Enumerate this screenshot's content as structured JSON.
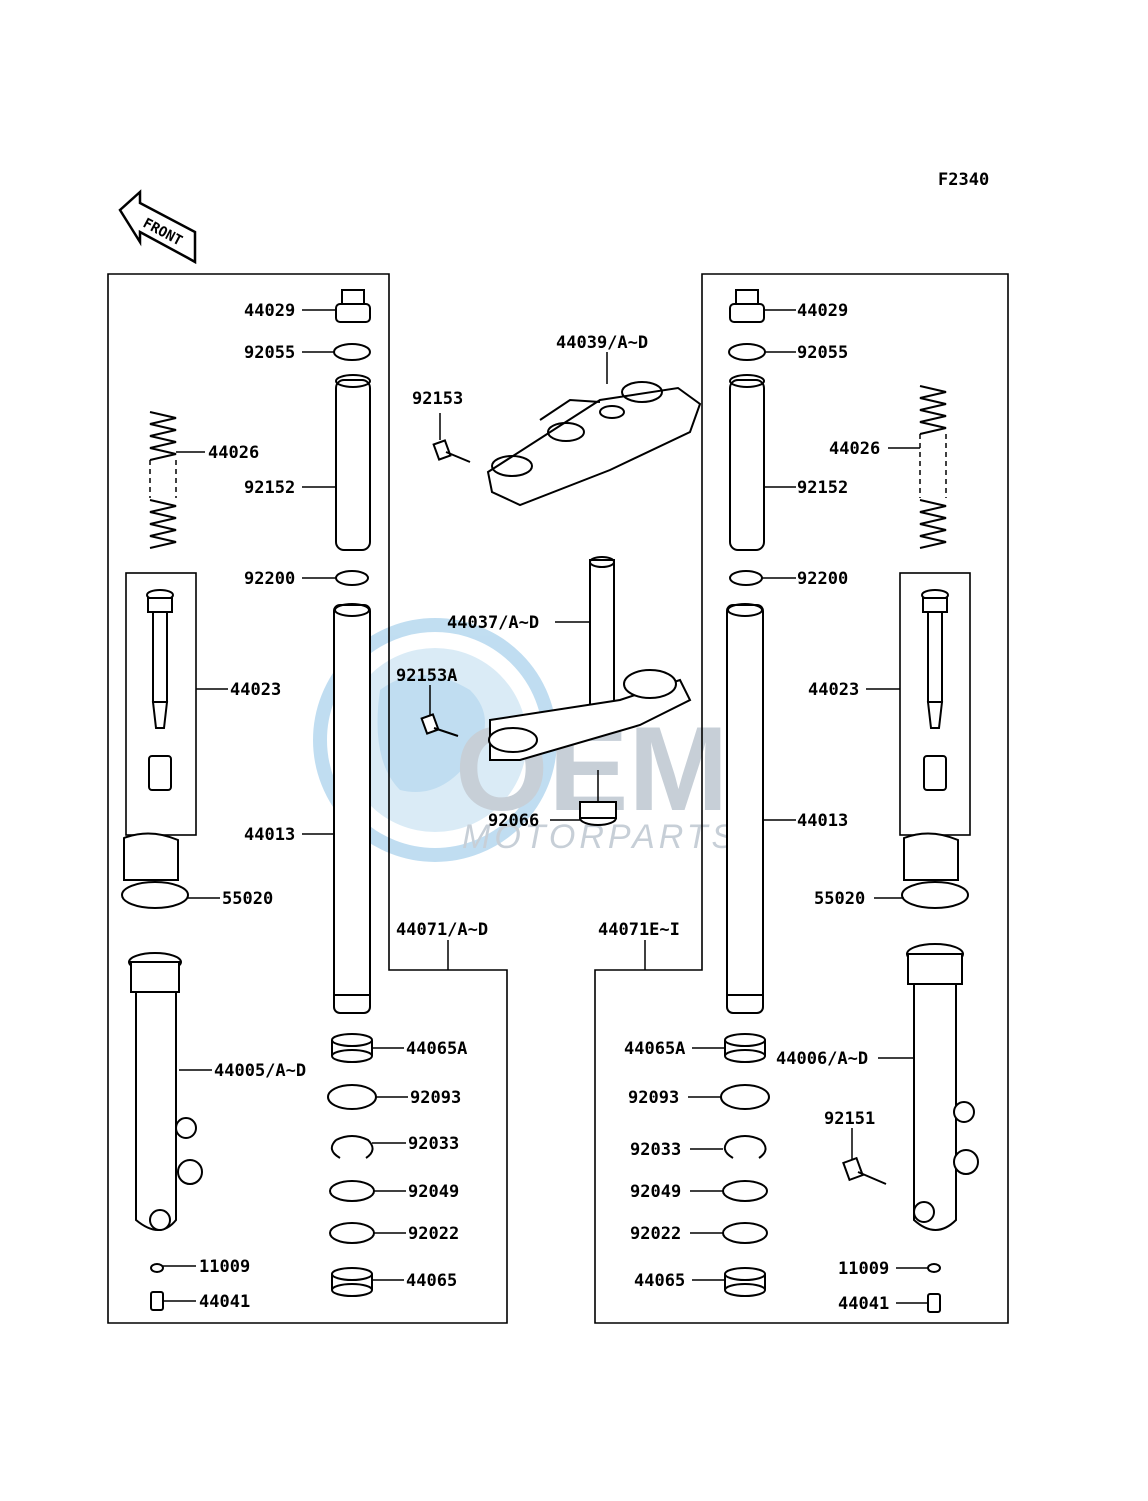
{
  "diagram_code": "F2340",
  "front_label": "FRONT",
  "watermark": {
    "brand": "OEM",
    "sub": "MOTORPARTS",
    "color": "#7fb9e0"
  },
  "labels": {
    "l_44029": "44029",
    "l_92055": "92055",
    "l_44026": "44026",
    "l_92152": "92152",
    "l_92200": "92200",
    "l_44023": "44023",
    "l_44013": "44013",
    "l_55020": "55020",
    "l_44005": "44005/A~D",
    "l_11009": "11009",
    "l_44041": "44041",
    "l_44065A": "44065A",
    "l_92093": "92093",
    "l_92033": "92033",
    "l_92049": "92049",
    "l_92022": "92022",
    "l_44065": "44065",
    "c_44039": "44039/A~D",
    "c_92153": "92153",
    "c_44037": "44037/A~D",
    "c_92153A": "92153A",
    "c_92066": "92066",
    "c_44071AD": "44071/A~D",
    "c_44071EI": "44071E~I",
    "r_44029": "44029",
    "r_92055": "92055",
    "r_44026": "44026",
    "r_92152": "92152",
    "r_92200": "92200",
    "r_44023": "44023",
    "r_44013": "44013",
    "r_55020": "55020",
    "r_44006": "44006/A~D",
    "r_92151": "92151",
    "r_11009": "11009",
    "r_44041": "44041",
    "r_44065A": "44065A",
    "r_92093": "92093",
    "r_92033": "92033",
    "r_92049": "92049",
    "r_92022": "92022",
    "r_44065": "44065"
  }
}
